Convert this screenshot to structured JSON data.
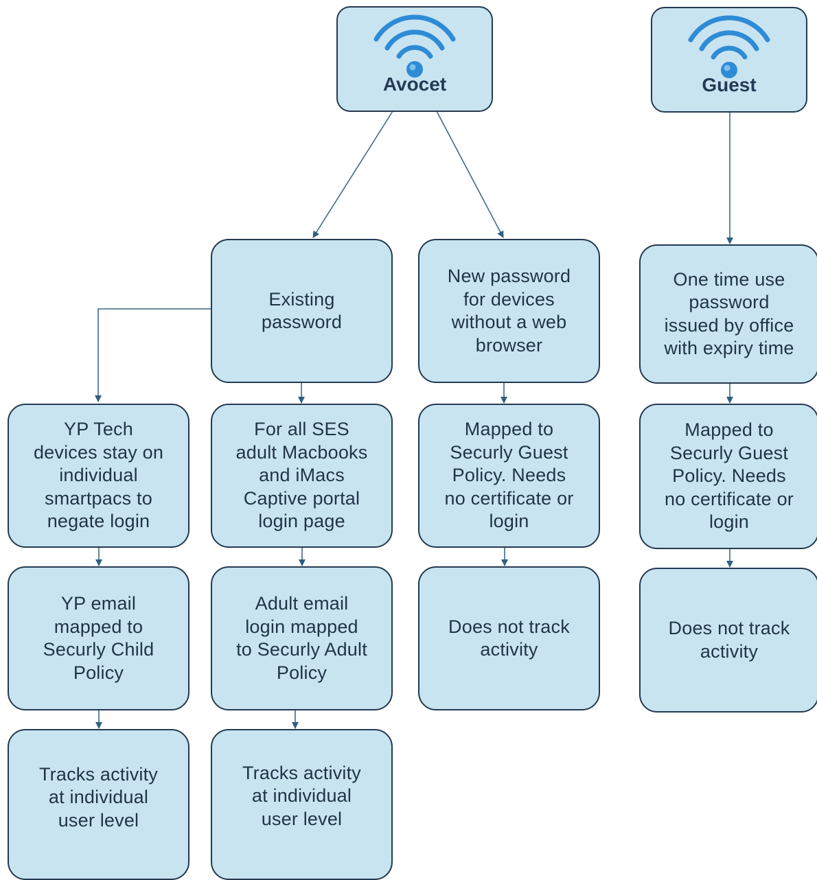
{
  "networks": {
    "avocet": {
      "name": "Avocet",
      "icon": "wifi-icon"
    },
    "guest": {
      "name": "Guest",
      "icon": "wifi-icon"
    }
  },
  "avocet_branches": {
    "existing": {
      "label": "Existing\npassword",
      "yp_devices": "YP Tech\ndevices stay on\nindividual\nsmartpacs to\nnegate login",
      "yp_email": "YP email\nmapped to\nSecurly Child\nPolicy",
      "yp_tracking": "Tracks activity\nat individual\nuser level",
      "adult_devices": "For all SES\nadult Macbooks\nand iMacs\nCaptive portal\nlogin page",
      "adult_email": "Adult email\nlogin mapped\nto Securly Adult\nPolicy",
      "adult_tracking": "Tracks activity\nat individual\nuser level"
    },
    "new_password": {
      "label": "New password\nfor devices\nwithout a web\nbrowser",
      "mapping": "Mapped to\nSecurly Guest\nPolicy. Needs\nno certificate or\nlogin",
      "tracking": "Does not track\nactivity"
    }
  },
  "guest_branch": {
    "label": "One time use\npassword\nissued by office\nwith expiry time",
    "mapping": "Mapped  to\nSecurly Guest\nPolicy.  Needs\nno certificate or\nlogin",
    "tracking": "Does  not track\nactivity"
  },
  "colors": {
    "box_fill": "#c8e4f1",
    "box_border": "#24394e",
    "connector": "#3d6a8c",
    "text": "#1f3447",
    "wifi": "#2e8bd6"
  }
}
